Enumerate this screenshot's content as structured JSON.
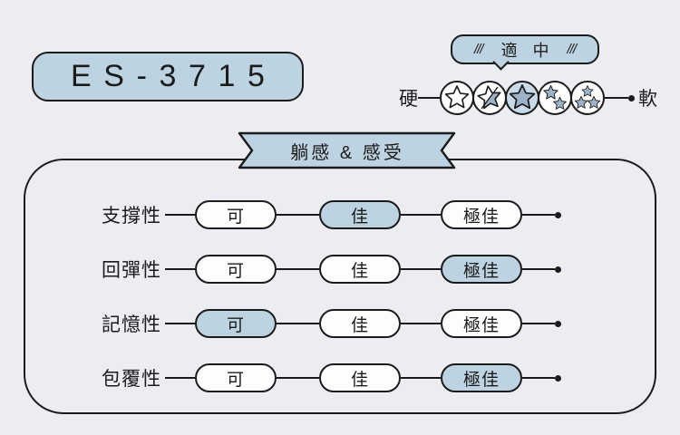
{
  "theme": {
    "background": "#ebedf3",
    "panel_blue": "#bdd3e2",
    "circle_highlight": "#c9dbe8",
    "star_fill": "#9db3c8",
    "ink": "#1b1b1b"
  },
  "model_badge": {
    "label": "ES-3715"
  },
  "firmness": {
    "bubble_label": "適 中",
    "hatch": "///",
    "hard_label": "硬",
    "soft_label": "軟",
    "selected_level": 3,
    "total_levels": 5
  },
  "banner": {
    "title": "躺感 & 感受"
  },
  "ratings": {
    "options": [
      "可",
      "佳",
      "極佳"
    ],
    "rows": [
      {
        "label": "支撐性",
        "selected_index": 1,
        "selected_label": "佳"
      },
      {
        "label": "回彈性",
        "selected_index": 2,
        "selected_label": "極佳"
      },
      {
        "label": "記憶性",
        "selected_index": 0,
        "selected_label": "可"
      },
      {
        "label": "包覆性",
        "selected_index": 2,
        "selected_label": "極佳"
      }
    ]
  }
}
